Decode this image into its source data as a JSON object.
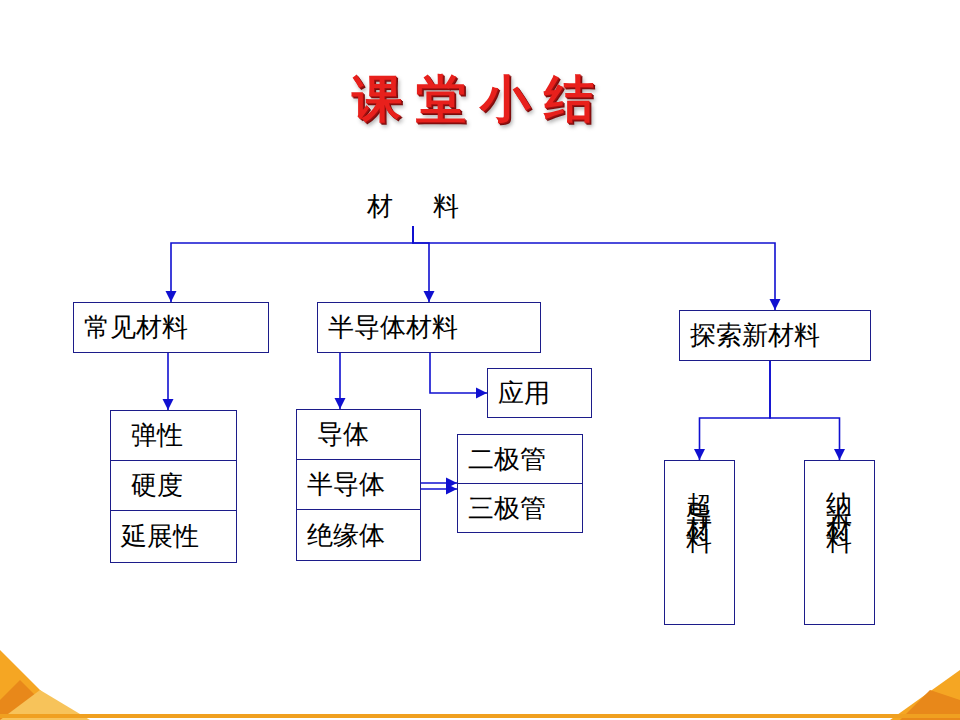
{
  "diagram": {
    "title": "课堂小结",
    "nodes": [
      {
        "text": [
          "材料"
        ]
      },
      {
        "text": [
          "常见材料"
        ]
      },
      {
        "text": [
          "半导体材料"
        ]
      },
      {
        "text": [
          "探索新材料"
        ]
      },
      {
        "text": [
          "应用"
        ]
      },
      {
        "text": [
          "弹性"
        ]
      },
      {
        "text": [
          "硬度"
        ]
      },
      {
        "text": [
          "延展性"
        ]
      },
      {
        "text": [
          "导体"
        ]
      },
      {
        "text": [
          "半导体"
        ]
      },
      {
        "text": [
          "绝缘体"
        ]
      },
      {
        "text": [
          "二极管"
        ]
      },
      {
        "text": [
          "三极管"
        ]
      },
      {
        "text": [
          "超导材料"
        ]
      },
      {
        "text": [
          "纳米材料"
        ]
      }
    ],
    "edges": [
      {
        "from": 0,
        "to": 1,
        "arrow": "to"
      },
      {
        "from": 0,
        "to": 2,
        "arrow": "to"
      },
      {
        "from": 0,
        "to": 3,
        "arrow": "to"
      },
      {
        "from": 1,
        "to": 5,
        "arrow": "to"
      },
      {
        "from": 2,
        "to": 8,
        "arrow": "to"
      },
      {
        "from": 2,
        "to": 4,
        "arrow": "to"
      },
      {
        "from": 9,
        "to": 11,
        "arrow": "to"
      },
      {
        "from": 9,
        "to": 12,
        "arrow": "to"
      },
      {
        "from": 3,
        "to": 13,
        "arrow": "to"
      },
      {
        "from": 3,
        "to": 14,
        "arrow": "to"
      }
    ]
  }
}
